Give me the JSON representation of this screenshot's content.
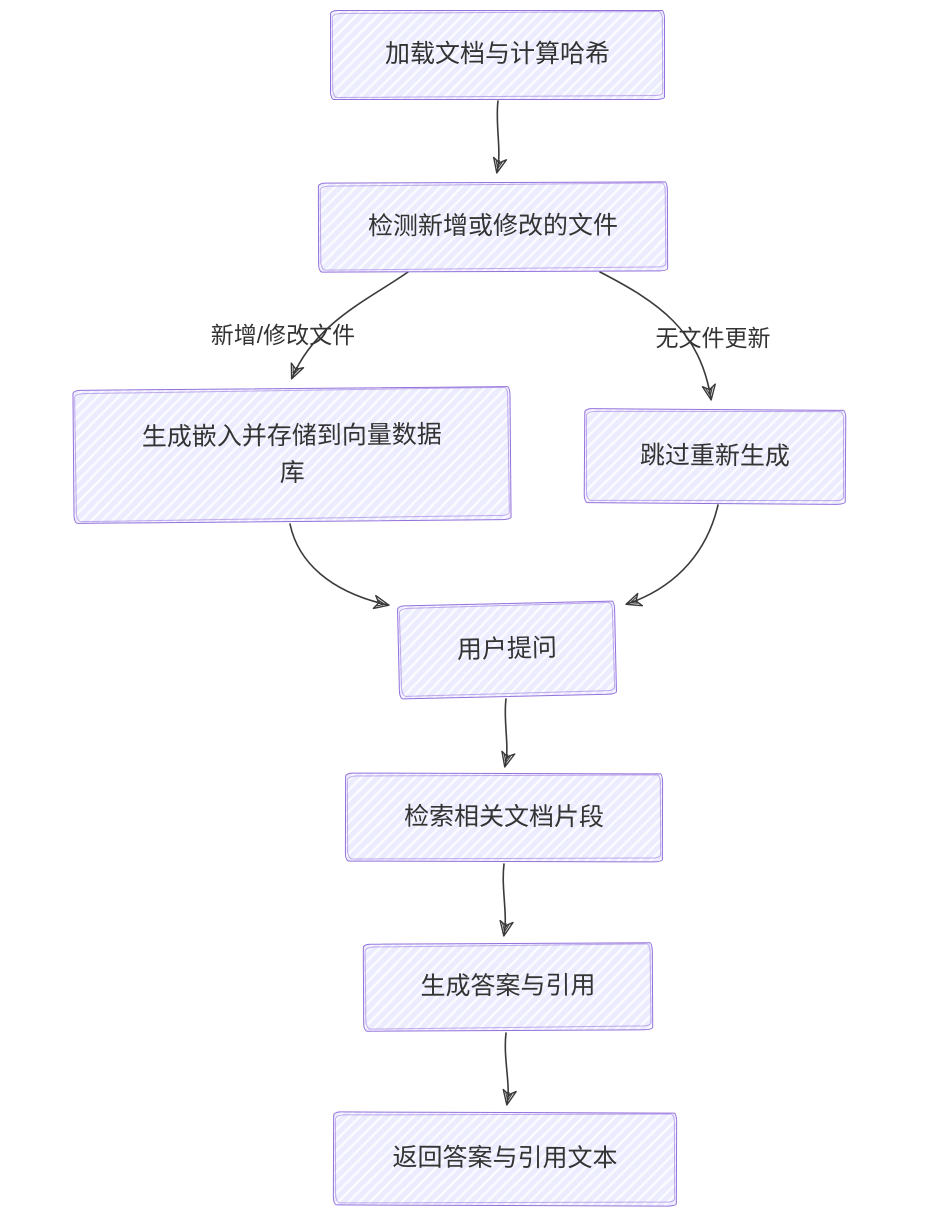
{
  "diagram": {
    "type": "flowchart",
    "direction": "top-down",
    "style": "hand-drawn",
    "nodes": [
      {
        "id": "load_docs",
        "label": "加载文档与计算哈希"
      },
      {
        "id": "detect_changes",
        "label": "检测新增或修改的文件"
      },
      {
        "id": "gen_embeddings",
        "label": "生成嵌入并存储到向量数据库"
      },
      {
        "id": "skip_regen",
        "label": "跳过重新生成"
      },
      {
        "id": "user_question",
        "label": "用户提问"
      },
      {
        "id": "retrieve_fragments",
        "label": "检索相关文档片段"
      },
      {
        "id": "gen_answer",
        "label": "生成答案与引用"
      },
      {
        "id": "return_answer",
        "label": "返回答案与引用文本"
      }
    ],
    "edges": [
      {
        "from": "load_docs",
        "to": "detect_changes",
        "label": ""
      },
      {
        "from": "detect_changes",
        "to": "gen_embeddings",
        "label": "新增/修改文件"
      },
      {
        "from": "detect_changes",
        "to": "skip_regen",
        "label": "无文件更新"
      },
      {
        "from": "gen_embeddings",
        "to": "user_question",
        "label": ""
      },
      {
        "from": "skip_regen",
        "to": "user_question",
        "label": ""
      },
      {
        "from": "user_question",
        "to": "retrieve_fragments",
        "label": ""
      },
      {
        "from": "retrieve_fragments",
        "to": "gen_answer",
        "label": ""
      },
      {
        "from": "gen_answer",
        "to": "return_answer",
        "label": ""
      }
    ],
    "colors": {
      "node_fill": "#ECECFF",
      "node_border": "#9370DB",
      "text": "#333333",
      "arrow": "#3A3A3A",
      "background": "#FFFFFF"
    }
  }
}
